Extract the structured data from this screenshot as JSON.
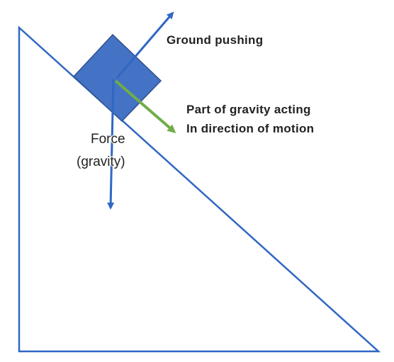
{
  "labels": {
    "ground_pushing": "Ground pushing",
    "gravity_part_line1": "Part of gravity acting",
    "gravity_part_line2": "In direction of motion",
    "force_line1": "Force",
    "force_line2": "(gravity)"
  },
  "colors": {
    "incline": "#2f67c4",
    "block_fill": "#4472c4",
    "block_stroke": "#2f528f",
    "normal_force_arrow": "#2f67c4",
    "gravity_arrow": "#2f67c4",
    "gravity_component_arrow": "#70ad47",
    "text": "#222222"
  }
}
